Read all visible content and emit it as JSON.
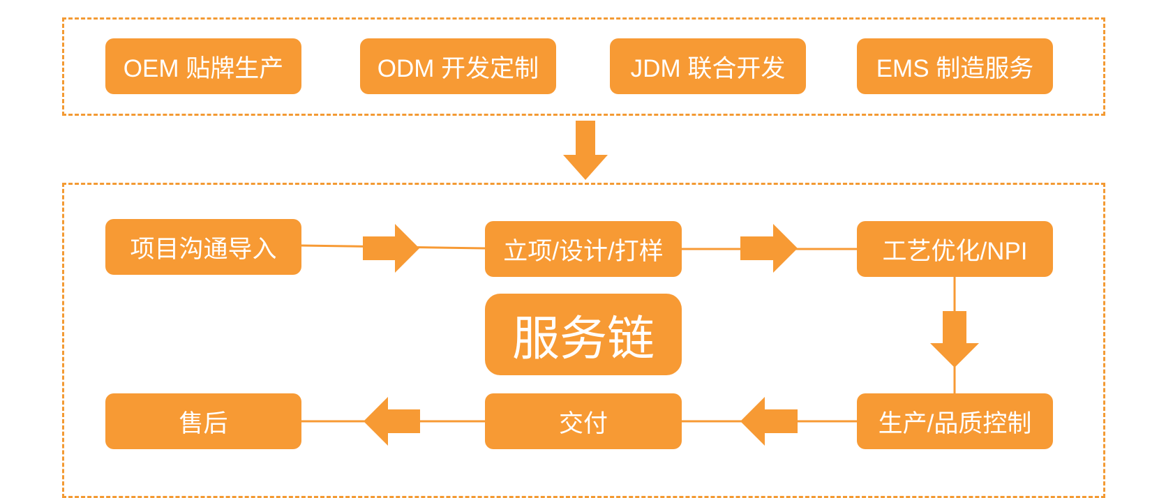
{
  "colors": {
    "accent": "#f79a34",
    "border": "#f39a33",
    "background": "#ffffff",
    "text": "#ffffff"
  },
  "models": {
    "oem": "OEM 贴牌生产",
    "odm": "ODM 开发定制",
    "jdm": "JDM 联合开发",
    "ems": "EMS 制造服务"
  },
  "service_chain": {
    "title": "服务链",
    "steps": {
      "project_intro": "项目沟通导入",
      "design": "立项/设计/打样",
      "process": "工艺优化/NPI",
      "production": "生产/品质控制",
      "delivery": "交付",
      "after_sales": "售后"
    }
  }
}
